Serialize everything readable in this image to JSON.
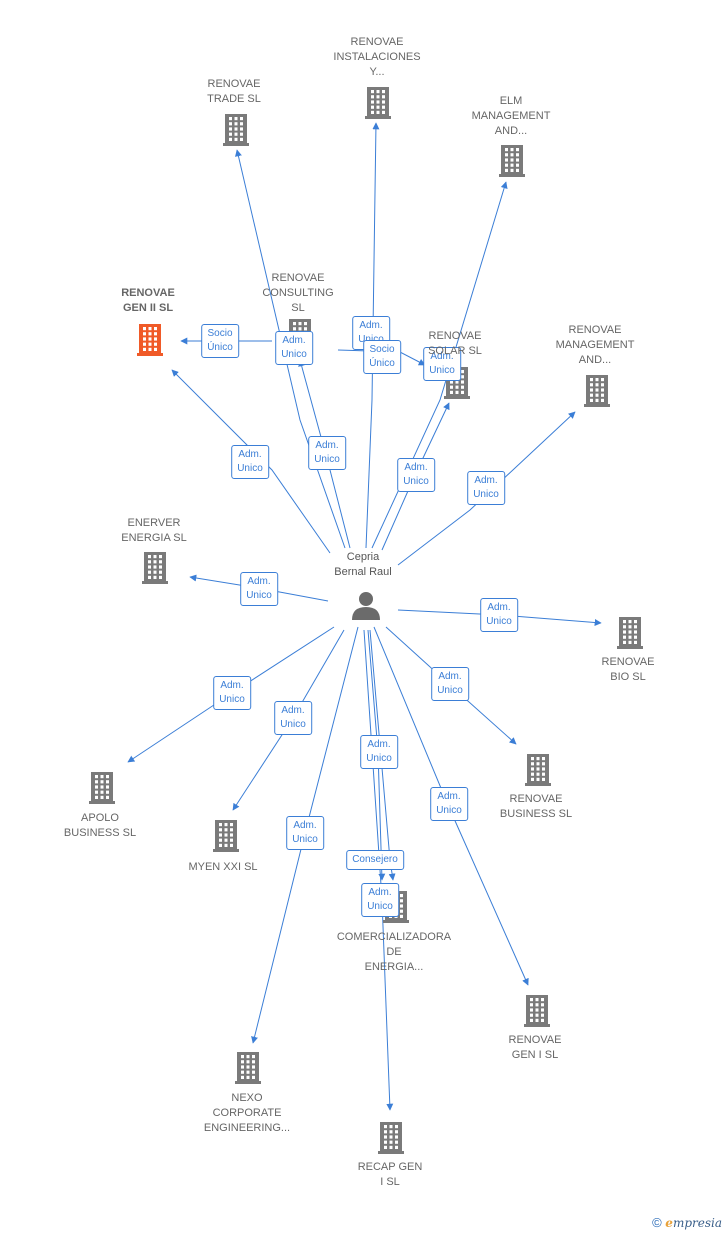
{
  "colors": {
    "edge": "#3b7ed6",
    "building": "#7a7a7a",
    "building_highlight": "#f05a28",
    "person": "#6b6b6b",
    "label": "#666666"
  },
  "center": {
    "name": "Cepria\nBernal Raul",
    "icon": "person-icon"
  },
  "nodes": [
    {
      "id": "renovae-gen-ii",
      "label": "RENOVAE\nGEN II  SL",
      "highlight": true,
      "icon": "building-icon"
    },
    {
      "id": "renovae-trade",
      "label": "RENOVAE\nTRADE SL",
      "highlight": false,
      "icon": "building-icon"
    },
    {
      "id": "renovae-instalaciones",
      "label": "RENOVAE\nINSTALACIONES\nY...",
      "highlight": false,
      "icon": "building-icon"
    },
    {
      "id": "elm-management",
      "label": "ELM\nMANAGEMENT\nAND...",
      "highlight": false,
      "icon": "building-icon"
    },
    {
      "id": "renovae-consulting",
      "label": "RENOVAE\nCONSULTING\nSL",
      "highlight": false,
      "icon": "building-icon"
    },
    {
      "id": "renovae-solar",
      "label": "RENOVAE\nSOLAR  SL",
      "highlight": false,
      "icon": "building-icon"
    },
    {
      "id": "renovae-management",
      "label": "RENOVAE\nMANAGEMENT\nAND...",
      "highlight": false,
      "icon": "building-icon"
    },
    {
      "id": "enerver-energia",
      "label": "ENERVER\nENERGIA  SL",
      "highlight": false,
      "icon": "building-icon"
    },
    {
      "id": "renovae-bio",
      "label": "RENOVAE\nBIO  SL",
      "highlight": false,
      "icon": "building-icon"
    },
    {
      "id": "renovae-business",
      "label": "RENOVAE\nBUSINESS SL",
      "highlight": false,
      "icon": "building-icon"
    },
    {
      "id": "apolo-business",
      "label": "APOLO\nBUSINESS  SL",
      "highlight": false,
      "icon": "building-icon"
    },
    {
      "id": "myen-xxi",
      "label": "MYEN XXI  SL",
      "highlight": false,
      "icon": "building-icon"
    },
    {
      "id": "comercializadora",
      "label": "COMERCIALIZADORA\nDE\nENERGIA...",
      "highlight": false,
      "icon": "building-icon"
    },
    {
      "id": "renovae-gen-i",
      "label": "RENOVAE\nGEN I  SL",
      "highlight": false,
      "icon": "building-icon"
    },
    {
      "id": "nexo-corporate",
      "label": "NEXO\nCORPORATE\nENGINEERING...",
      "highlight": false,
      "icon": "building-icon"
    },
    {
      "id": "recap-gen-i",
      "label": "RECAP GEN\nI  SL",
      "highlight": false,
      "icon": "building-icon"
    }
  ],
  "edges": [
    {
      "from": "renovae-consulting",
      "to": "renovae-gen-ii",
      "label": "Socio\nÚnico"
    },
    {
      "from": "center",
      "to": "renovae-gen-ii",
      "label": "Adm.\nUnico"
    },
    {
      "from": "center",
      "to": "renovae-trade",
      "label": "Adm.\nUnico"
    },
    {
      "from": "center",
      "to": "renovae-consulting",
      "label": "Adm.\nUnico"
    },
    {
      "from": "center",
      "to": "renovae-instalaciones",
      "label": "Adm.\nUnico"
    },
    {
      "from": "renovae-consulting",
      "to": "renovae-solar",
      "label": "Socio\nÚnico"
    },
    {
      "from": "center",
      "to": "elm-management",
      "label": "Adm.\nUnico"
    },
    {
      "from": "center",
      "to": "renovae-solar",
      "label": "Adm.\nUnico"
    },
    {
      "from": "center",
      "to": "renovae-management",
      "label": "Adm.\nUnico"
    },
    {
      "from": "center",
      "to": "enerver-energia",
      "label": "Adm.\nUnico"
    },
    {
      "from": "center",
      "to": "renovae-bio",
      "label": "Adm.\nUnico"
    },
    {
      "from": "center",
      "to": "renovae-business",
      "label": "Adm.\nUnico"
    },
    {
      "from": "center",
      "to": "apolo-business",
      "label": "Adm.\nUnico"
    },
    {
      "from": "center",
      "to": "myen-xxi",
      "label": "Adm.\nUnico"
    },
    {
      "from": "center",
      "to": "comercializadora",
      "label": "Adm.\nUnico"
    },
    {
      "from": "center",
      "to": "comercializadora",
      "label": "Consejero"
    },
    {
      "from": "center",
      "to": "renovae-gen-i",
      "label": "Adm.\nUnico"
    },
    {
      "from": "center",
      "to": "nexo-corporate",
      "label": "Adm.\nUnico"
    },
    {
      "from": "center",
      "to": "recap-gen-i",
      "label": "Adm.\nUnico"
    }
  ],
  "footer": {
    "copyright_symbol": "©",
    "brand_initial": "e",
    "brand_rest": "mpresia"
  }
}
